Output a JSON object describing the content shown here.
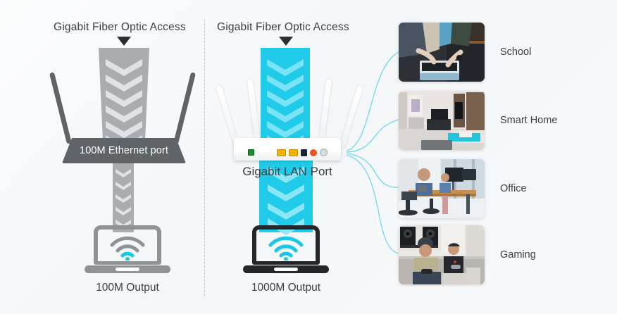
{
  "theme": {
    "accent_cyan": "#17c8e8",
    "band_cyan": "#1fcbe8",
    "band_gray": "#a9adb0",
    "router_gray": "#5e6468",
    "laptop_gray": "#8e9396",
    "laptop_dark": "#22272b",
    "text_dark": "#3b3f42",
    "divider": "#c3c8cc",
    "link_line": "#6fd9ec",
    "background": "#f5f7f9"
  },
  "left_panel": {
    "header": "Gigabit Fiber Optic Access",
    "arrow_icon": "arrow-down-icon",
    "router_label": "100M Ethernet port",
    "output_label": "100M Output",
    "wifi_icon": "wifi-icon",
    "antenna_count": 2,
    "bandwidth_state": "bottlenecked"
  },
  "right_panel": {
    "header": "Gigabit Fiber Optic Access",
    "arrow_icon": "arrow-down-icon",
    "router_label": "Gigabit LAN Port",
    "output_label": "1000M Output",
    "wifi_icon": "wifi-icon",
    "antenna_count": 4,
    "bandwidth_state": "full",
    "ports": [
      {
        "name": "fiber-port",
        "color": "#1f8a32",
        "shape": "square"
      },
      {
        "name": "lan-port-1",
        "color": "#f5b301",
        "shape": "rect"
      },
      {
        "name": "lan-port-2",
        "color": "#f5b301",
        "shape": "rect"
      },
      {
        "name": "power-port",
        "color": "#1b2430",
        "shape": "rect"
      },
      {
        "name": "power-button",
        "color": "#f0511e",
        "shape": "circle"
      },
      {
        "name": "reset-button",
        "color": "#d9dcdf",
        "shape": "circle"
      }
    ]
  },
  "scenarios": [
    {
      "label": "School",
      "image": "students-around-laptop-photo"
    },
    {
      "label": "Smart Home",
      "image": "modern-bedroom-interior-photo"
    },
    {
      "label": "Office",
      "image": "coworkers-at-desks-photo"
    },
    {
      "label": "Gaming",
      "image": "couple-playing-console-photo"
    }
  ]
}
